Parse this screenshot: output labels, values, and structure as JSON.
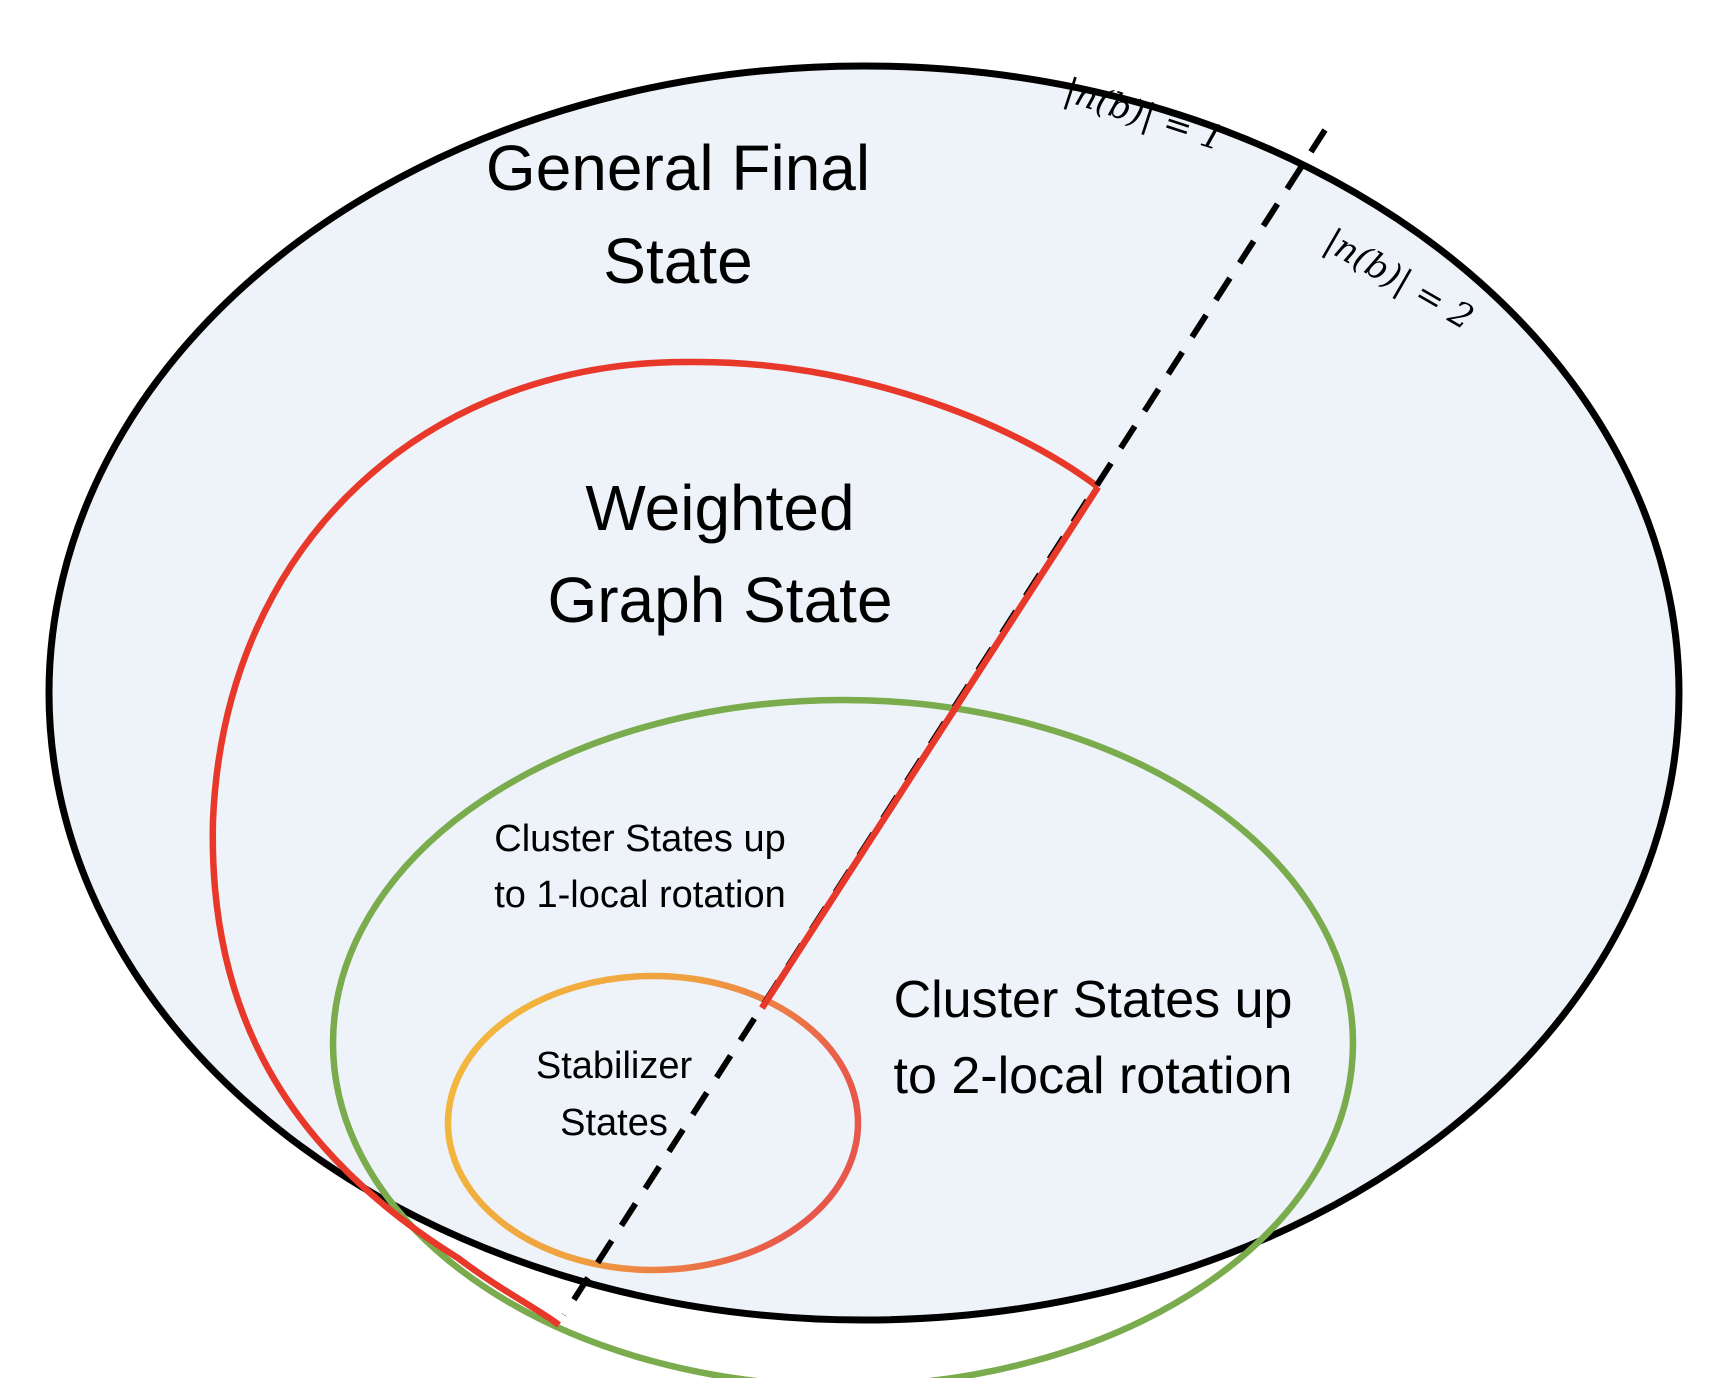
{
  "diagram": {
    "outer_region": {
      "label_line1": "General Final",
      "label_line2": "State",
      "fill_color": "#eef2f9",
      "stroke_color": "#000000"
    },
    "weighted_region": {
      "label_line1": "Weighted",
      "label_line2": "Graph State",
      "stroke_color": "#e8382a"
    },
    "cluster_region": {
      "label_1local_line1": "Cluster States up",
      "label_1local_line2": "to 1-local rotation",
      "label_2local_line1": "Cluster States up",
      "label_2local_line2": "to 2-local rotation",
      "stroke_color": "#7aab4c"
    },
    "stabilizer_region": {
      "label_line1": "Stabilizer",
      "label_line2": "States",
      "stroke_color": "#f2bd3d"
    },
    "divider": {
      "label_left": "|n(b)| = 1",
      "label_right": "|n(b)| = 2",
      "style": "dashed",
      "color": "#000000"
    }
  }
}
